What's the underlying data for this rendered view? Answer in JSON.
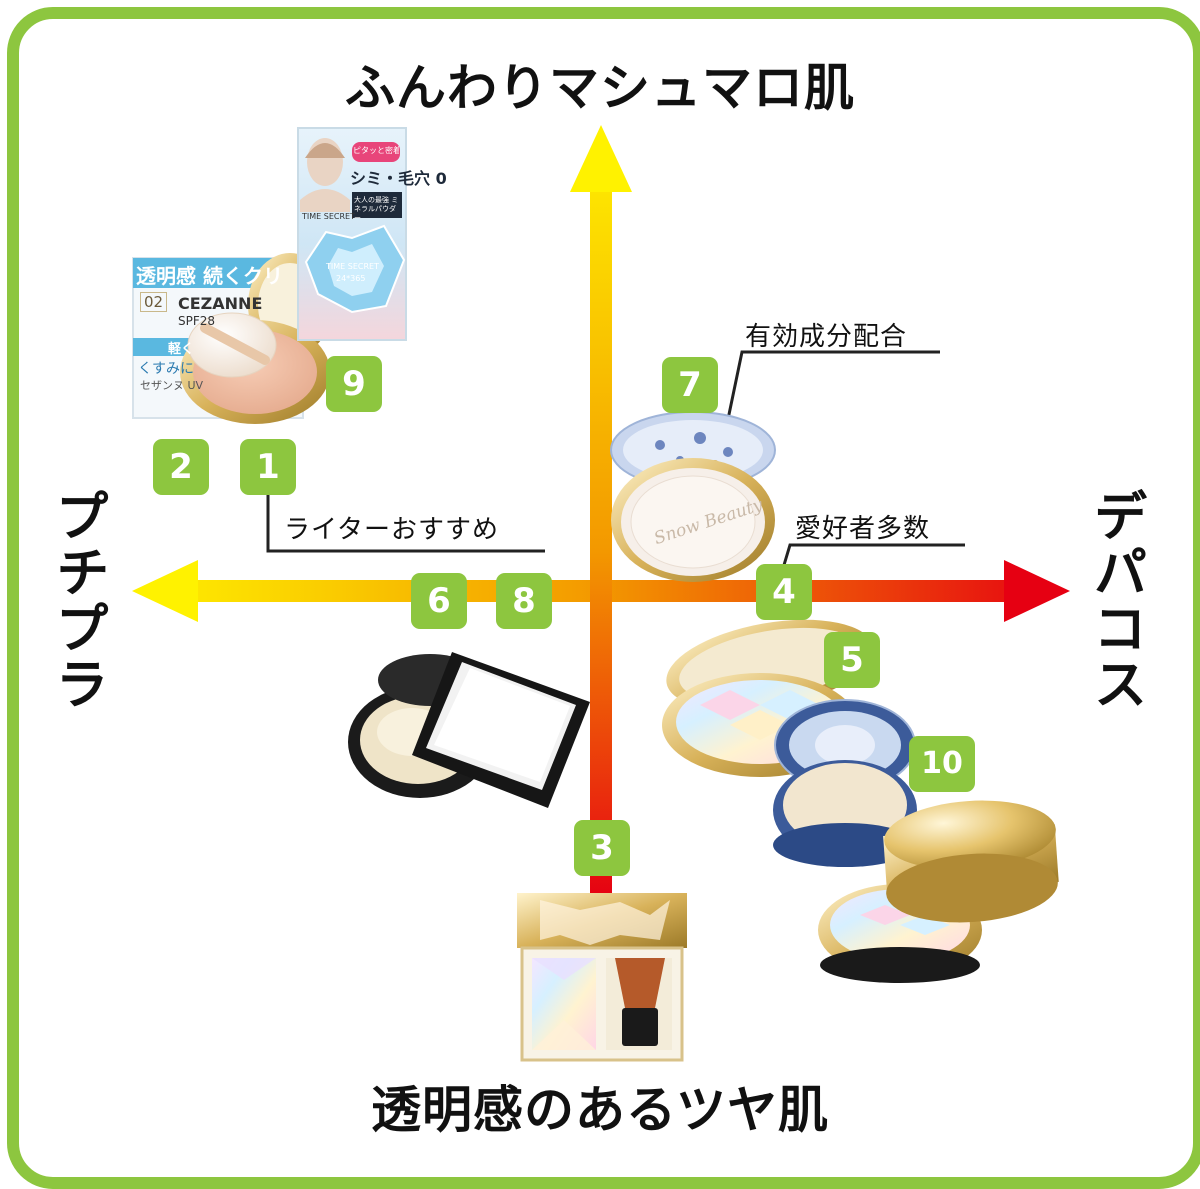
{
  "axes": {
    "top": "ふんわりマシュマロ肌",
    "bottom": "透明感のあるツヤ肌",
    "left": "プチプラ",
    "right": "デパコス"
  },
  "callouts": {
    "writer_pick": "ライターおすすめ",
    "active_ingredient": "有効成分配合",
    "many_fans": "愛好者多数"
  },
  "badges": [
    "1",
    "2",
    "3",
    "4",
    "5",
    "6",
    "7",
    "8",
    "9",
    "10"
  ],
  "products": {
    "cezanne": {
      "banner": "透明感 続くクリ",
      "shade": "02",
      "brand": "CEZANNE",
      "spf": "SPF28",
      "line1": "軽く",
      "line2": "くすみに",
      "line3": "セザンヌ UV"
    },
    "time_secret": {
      "tag": "ピタッと密着、崩れにくい!",
      "headline": "シミ・毛穴 0",
      "brand": "TIME SECRET",
      "sub": "大人の最強 ミネラルパウダー",
      "lid_brand": "TIME SECRET",
      "lid_sub": "24*365"
    },
    "snow_beauty": {
      "lid_text": "Snow Beauty"
    }
  },
  "colors": {
    "frame": "#8dc63f",
    "badge": "#8dc63f",
    "arrow_top": "#ffe600",
    "arrow_mid": "#f39800",
    "arrow_bottom": "#e60012"
  }
}
